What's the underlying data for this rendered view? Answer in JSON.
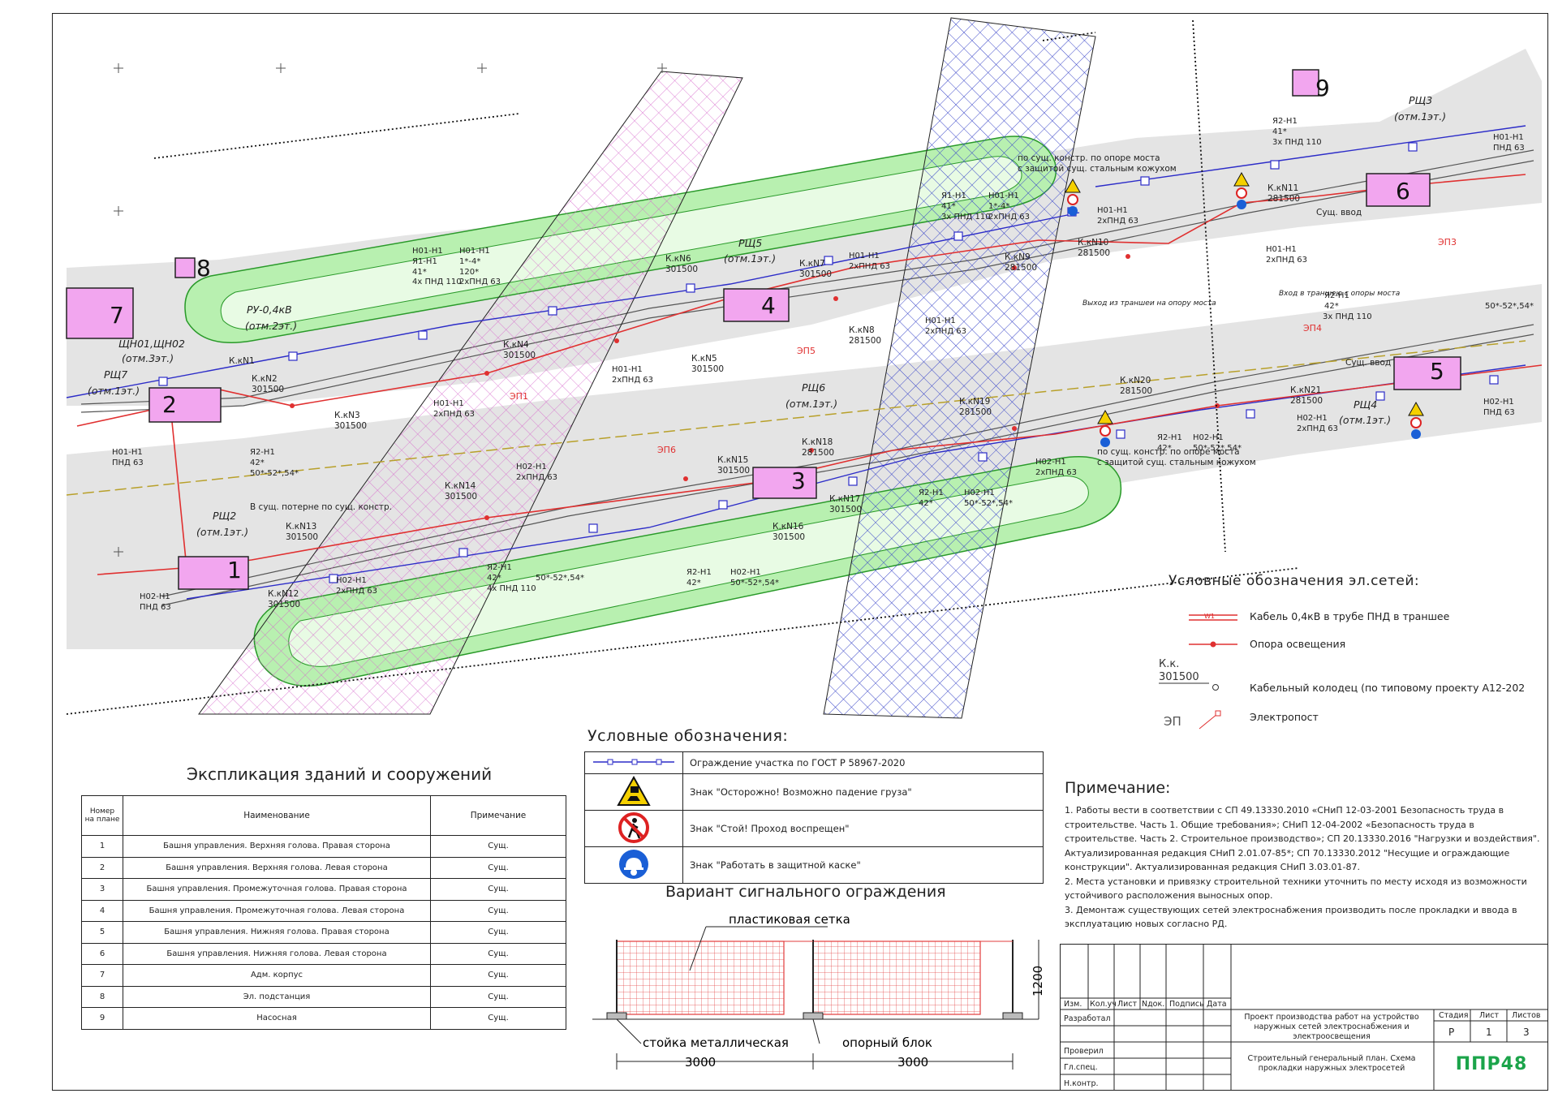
{
  "sheet": {
    "building_labels": [
      "1",
      "2",
      "3",
      "4",
      "5",
      "6",
      "7",
      "8",
      "9"
    ],
    "panels": [
      "РЩ2",
      "РЩ3",
      "РЩ4",
      "РЩ5",
      "РЩ6",
      "РЩ7",
      "РУ-0,4кВ",
      "ЩН01,ЩН02"
    ],
    "panel_levels": [
      "(отм.1эт.)",
      "(отм.1эт.)",
      "(отм.1эт.)",
      "(отм.1эт.)",
      "(отм.1эт.)",
      "(отм.1эт.)",
      "(отм.2эт.)",
      "(отм.3эт.)"
    ],
    "wells": [
      "К.кN1",
      "К.кN2",
      "К.кN3",
      "К.кN4",
      "К.кN5",
      "К.кN6",
      "К.кN7",
      "К.кN8",
      "К.кN9",
      "К.кN10",
      "К.кN11",
      "К.кN12",
      "К.кN13",
      "К.кN14",
      "К.кN15",
      "К.кN16",
      "К.кN17",
      "К.кN18",
      "К.кN19",
      "К.кN20",
      "К.кN21"
    ],
    "well_codes": [
      "301500",
      "281500"
    ],
    "posts": [
      "ЭП1",
      "ЭП3",
      "ЭП4",
      "ЭП5",
      "ЭП6"
    ],
    "cable_notes": [
      "по сущ. констр. по опоре моста",
      "с защитой сущ. стальным кожухом",
      "Выход из траншеи на опору моста",
      "Вход в траншею с опоры моста",
      "В сущ. потерне по сущ. констр.",
      "Сущ. ввод"
    ],
    "line_tags": [
      "Н01-Н1",
      "Н02-Н1",
      "Я1-Н1",
      "Я2-Н1",
      "ПНД 63",
      "2хПНД 63",
      "3х ПНД 110",
      "4х ПНД 110",
      "41*",
      "42*",
      "120*",
      "1*-4*",
      "50*-52*,54*"
    ]
  },
  "net_legend": {
    "title": "Условные обозначения эл.сетей:",
    "items": [
      {
        "label": "Кабель 0,4кВ в трубе ПНД в траншее",
        "tag": "W1"
      },
      {
        "label": "Опора освещения"
      },
      {
        "label": "Кабельный колодец (по типовому проекту А12-202",
        "tag": "К.к.",
        "code": "301500"
      },
      {
        "label": "Электропост",
        "tag": "ЭП"
      }
    ]
  },
  "sign_legend": {
    "title": "Условные обозначения:",
    "rows": [
      {
        "icon": "fence-line-icon",
        "label": "Ограждение участка по ГОСТ Р 58967-2020"
      },
      {
        "icon": "falling-load-warning-icon",
        "label": "Знак \"Осторожно! Возможно падение груза\""
      },
      {
        "icon": "no-pedestrian-icon",
        "label": "Знак \"Стой! Проход воспрещен\""
      },
      {
        "icon": "hard-hat-icon",
        "label": "Знак \"Работать в защитной каске\""
      }
    ]
  },
  "explication": {
    "title": "Экспликация зданий и сооружений",
    "headers": [
      "Номер на плане",
      "Наименование",
      "Примечание"
    ],
    "rows": [
      {
        "num": "1",
        "name": "Башня управления. Верхняя голова. Правая сторона",
        "note": "Сущ."
      },
      {
        "num": "2",
        "name": "Башня управления. Верхняя голова. Левая сторона",
        "note": "Сущ."
      },
      {
        "num": "3",
        "name": "Башня управления. Промежуточная голова. Правая сторона",
        "note": "Сущ."
      },
      {
        "num": "4",
        "name": "Башня управления. Промежуточная голова. Левая сторона",
        "note": "Сущ."
      },
      {
        "num": "5",
        "name": "Башня управления. Нижняя голова. Правая сторона",
        "note": "Сущ."
      },
      {
        "num": "6",
        "name": "Башня управления. Нижняя голова. Левая сторона",
        "note": "Сущ."
      },
      {
        "num": "7",
        "name": "Адм. корпус",
        "note": "Сущ."
      },
      {
        "num": "8",
        "name": "Эл. подстанция",
        "note": "Сущ."
      },
      {
        "num": "9",
        "name": "Насосная",
        "note": "Сущ."
      }
    ]
  },
  "fence": {
    "title": "Вариант сигнального ограждения",
    "mesh_label": "пластиковая сетка",
    "post_label": "стойка металлическая",
    "block_label": "опорный блок",
    "height": "1200",
    "span1": "3000",
    "span2": "3000"
  },
  "notes": {
    "title": "Примечание:",
    "items": [
      "1. Работы вести в соответствии с СП 49.13330.2010 «СНиП 12-03-2001 Безопасность труда в строительстве. Часть 1. Общие требования»; СНиП 12-04-2002 «Безопасность труда в строительстве. Часть 2. Строительное производство»; СП 20.13330.2016 \"Нагрузки и воздействия\". Актуализированная редакция СНиП 2.01.07-85*; СП 70.13330.2012 \"Несущие и ограждающие конструкции\". Актуализированная редакция СНиП 3.03.01-87.",
      "2. Места установки и привязку строительной техники уточнить по месту исходя из возможности устойчивого расположения выносных опор.",
      "3. Демонтаж существующих сетей электроснабжения производить после прокладки и ввода в эксплуатацию новых согласно РД."
    ]
  },
  "stamp": {
    "cols": [
      "Изм.",
      "Кол.уч",
      "Лист",
      "Nдок.",
      "Подпись",
      "Дата"
    ],
    "roles": [
      "Разработал",
      "Проверил",
      "Гл.спец.",
      "Н.контр."
    ],
    "project": "Проект производства работ на устройство наружных сетей электроснабжения и электроосвещения",
    "sheet_title": "Строительный генеральный план. Схема прокладки наружных электросетей",
    "stage_label": "Стадия",
    "sheet_label": "Лист",
    "sheets_label": "Листов",
    "stage": "Р",
    "sheet": "1",
    "sheets": "3",
    "logo": "ППР48"
  }
}
